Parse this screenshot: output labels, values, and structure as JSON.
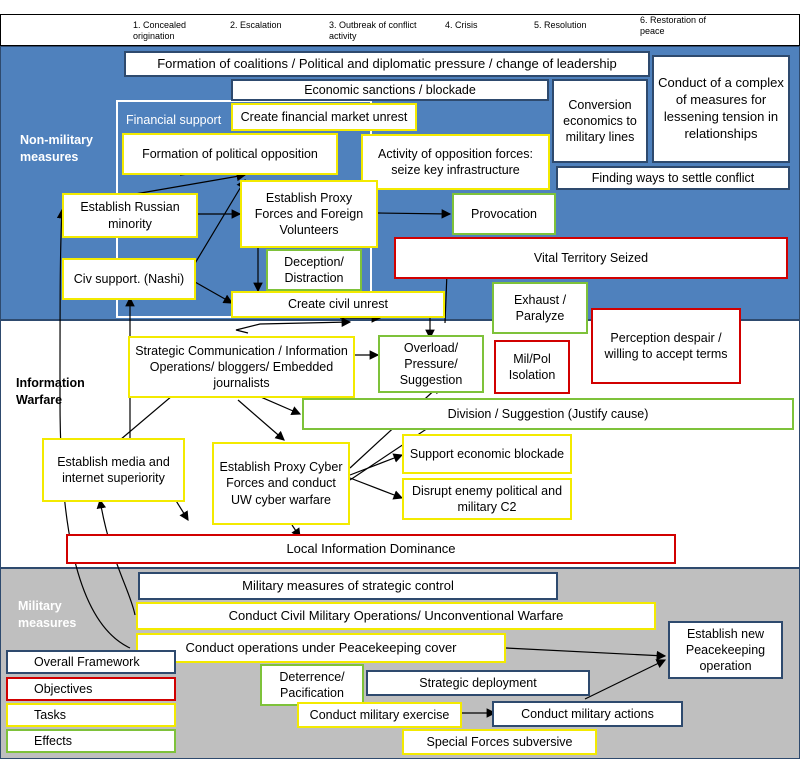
{
  "phases": [
    "1. Concealed origination",
    "2. Escalation",
    "3. Outbreak of conflict activity",
    "4. Crisis",
    "5. Resolution",
    "6. Restoration of peace"
  ],
  "sections": {
    "non_military": "Non-military measures",
    "information": "Information Warfare",
    "military": "Military measures"
  },
  "boxes": {
    "coalitions": "Formation of coalitions / Political and diplomatic pressure / change of leadership",
    "sanctions": "Economic sanctions / blockade",
    "conversion": "Conversion economics to military lines",
    "complex_measures": "Conduct of a complex of measures for lessening tension in relationships",
    "financial_support": "Financial support",
    "financial_unrest": "Create financial market unrest",
    "political_opposition": "Formation of political opposition",
    "opposition_forces": "Activity of opposition forces: seize key infrastructure",
    "settle_conflict": "Finding ways to settle conflict",
    "russian_minority": "Establish Russian minority",
    "proxy_forces": "Establish Proxy Forces and Foreign Volunteers",
    "provocation": "Provocation",
    "deception": "Deception/ Distraction",
    "vital_territory": "Vital Territory Seized",
    "civ_support": "Civ support. (Nashi)",
    "civil_unrest": "Create civil unrest",
    "exhaust": "Exhaust / Paralyze",
    "perception": "Perception despair / willing to accept terms",
    "strategic_comm": "Strategic Communication / Information Operations/ bloggers/ Embedded journalists",
    "overload": "Overload/ Pressure/ Suggestion",
    "milpol": "Mil/Pol Isolation",
    "division": "Division / Suggestion (Justify cause)",
    "media": "Establish media and internet superiority",
    "cyber": "Establish Proxy Cyber Forces and conduct UW cyber warfare",
    "support_blockade": "Support economic blockade",
    "disrupt_c2": "Disrupt enemy political and military C2",
    "local_dominance": "Local Information Dominance",
    "strategic_control": "Military measures of strategic control",
    "civil_military": "Conduct Civil Military Operations/ Unconventional Warfare",
    "peacekeeping_cover": "Conduct operations under Peacekeeping cover",
    "new_peacekeeping": "Establish new Peacekeeping operation",
    "deterrence": "Deterrence/ Pacification",
    "strategic_deployment": "Strategic deployment",
    "military_exercise": "Conduct military exercise",
    "military_actions": "Conduct military actions",
    "special_forces": "Special Forces subversive"
  },
  "legend": {
    "framework": "Overall Framework",
    "objectives": "Objectives",
    "tasks": "Tasks",
    "effects": "Effects"
  },
  "colors": {
    "framework_border": "#2e4a6e",
    "objective_border": "#d10000",
    "task_border": "#f3ea00",
    "effect_border": "#7ec23a",
    "non_military_bg": "#4f81bd",
    "information_bg": "#ffffff",
    "military_bg": "#bfbfbf"
  }
}
